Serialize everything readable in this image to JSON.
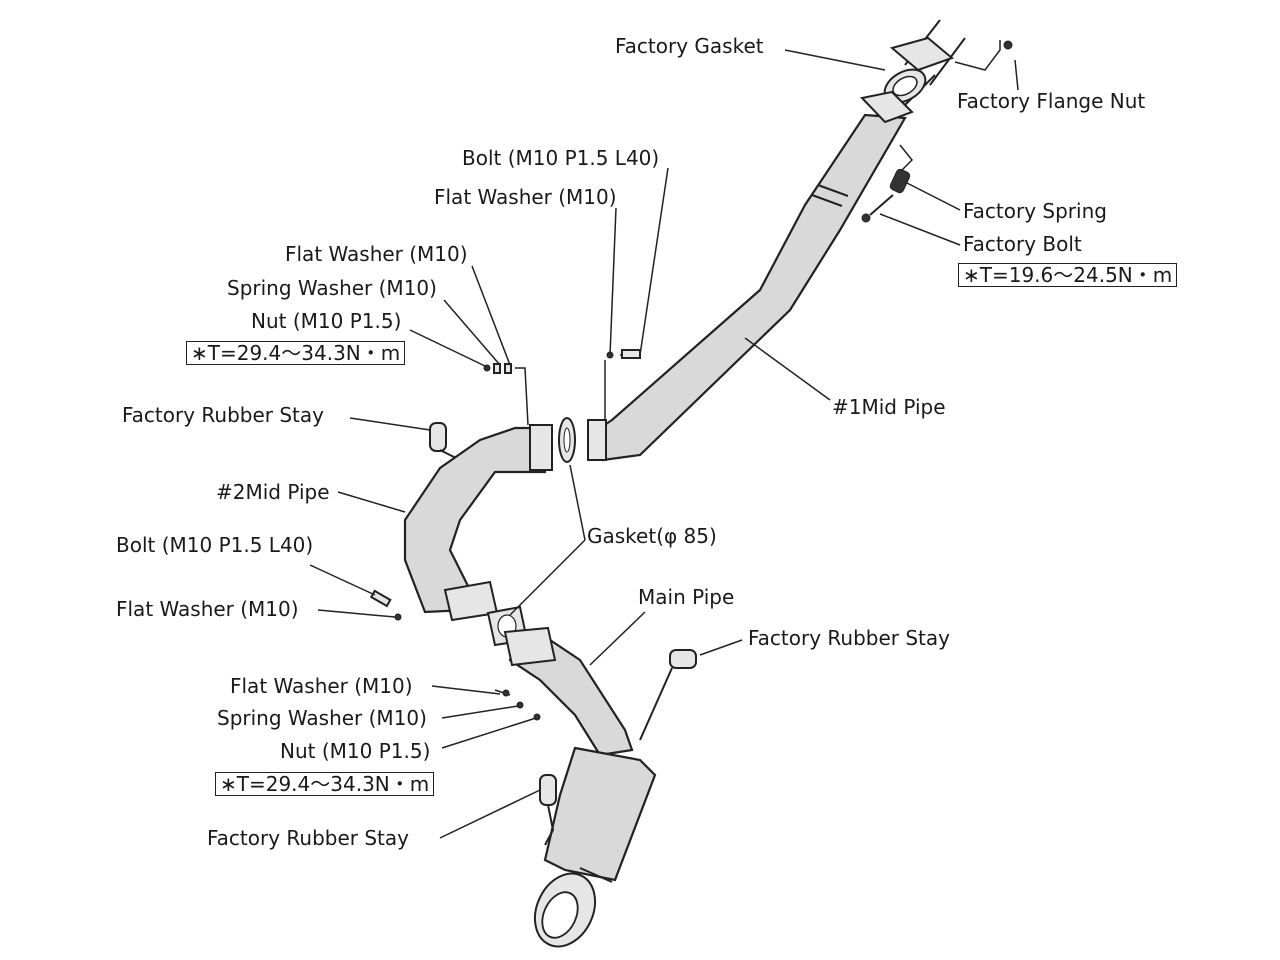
{
  "labels": {
    "factory_gasket": "Factory Gasket",
    "factory_flange_nut": "Factory Flange Nut",
    "bolt_top": "Bolt (M10 P1.5 L40)",
    "flat_washer_top": "Flat Washer (M10)",
    "factory_spring": "Factory Spring",
    "factory_bolt": "Factory Bolt",
    "torque_factory_bolt": "∗T=19.6〜24.5N・m",
    "flat_washer_upper_left": "Flat Washer (M10)",
    "spring_washer_upper_left": "Spring Washer (M10)",
    "nut_upper_left": "Nut (M10 P1.5)",
    "torque_upper_left": "∗T=29.4〜34.3N・m",
    "mid_pipe_1": "#1Mid Pipe",
    "factory_rubber_stay_upper": "Factory Rubber Stay",
    "mid_pipe_2": "#2Mid Pipe",
    "gasket_85": "Gasket(φ 85)",
    "bolt_lower": "Bolt (M10 P1.5 L40)",
    "main_pipe": "Main Pipe",
    "flat_washer_lower_left": "Flat Washer (M10)",
    "factory_rubber_stay_right": "Factory Rubber Stay",
    "flat_washer_lower": "Flat Washer (M10)",
    "spring_washer_lower": "Spring Washer (M10)",
    "nut_lower": "Nut (M10 P1.5)",
    "torque_lower": "∗T=29.4〜34.3N・m",
    "factory_rubber_stay_bottom": "Factory Rubber Stay"
  }
}
